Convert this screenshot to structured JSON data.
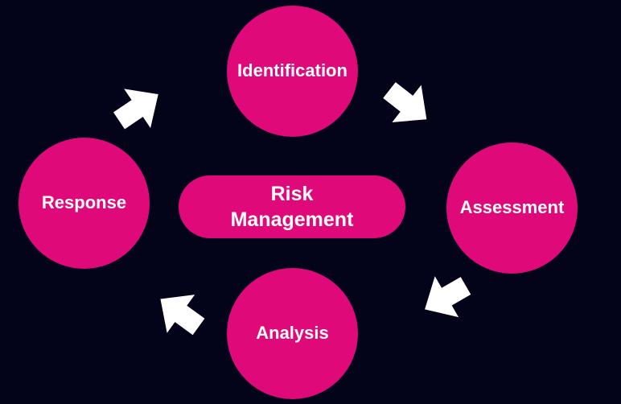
{
  "colors": {
    "background": "#03031a",
    "node_fill": "#e0097a",
    "arrow_fill": "#ffffff",
    "text": "#ffffff"
  },
  "center": {
    "line1": "Risk",
    "line2": "Management"
  },
  "nodes": {
    "identification": "Identification",
    "assessment": "Assessment",
    "analysis": "Analysis",
    "response": "Response"
  },
  "icons": {
    "arrow": "arrow-icon"
  }
}
